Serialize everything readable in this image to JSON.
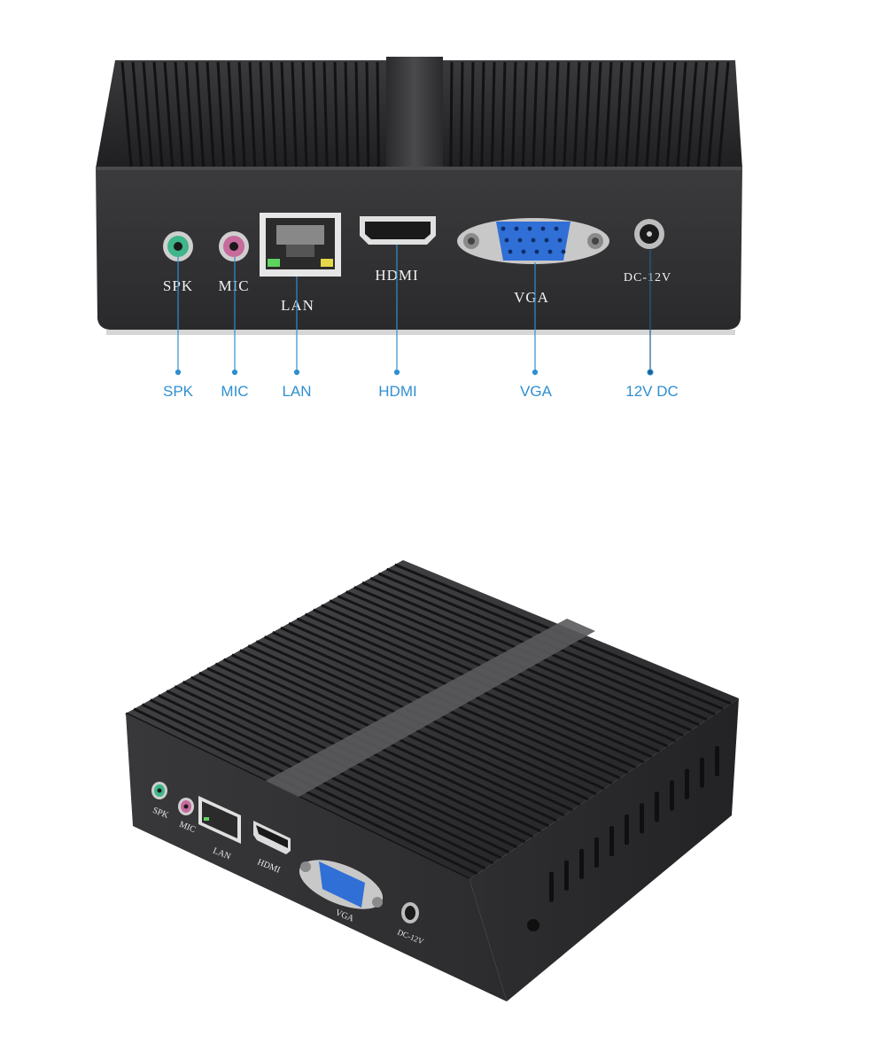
{
  "front_view": {
    "printed_labels": {
      "spk": "SPK",
      "mic": "MIC",
      "lan": "LAN",
      "hdmi": "HDMI",
      "vga": "VGA",
      "dc": "DC-12V"
    }
  },
  "callouts": [
    {
      "id": "spk",
      "label": "SPK"
    },
    {
      "id": "mic",
      "label": "MIC"
    },
    {
      "id": "lan",
      "label": "LAN"
    },
    {
      "id": "hdmi",
      "label": "HDMI"
    },
    {
      "id": "vga",
      "label": "VGA"
    },
    {
      "id": "dc",
      "label": "12V DC"
    }
  ],
  "iso_view": {
    "printed_labels": {
      "spk": "SPK",
      "mic": "MIC",
      "lan": "LAN",
      "hdmi": "HDMI",
      "vga": "VGA",
      "dc": "DC-12V"
    }
  },
  "colors": {
    "callout": "#2f8fd0",
    "chassis": "#2d2d2f",
    "vga_port": "#2f6fd6",
    "spk_jack": "#3fb58a",
    "mic_jack": "#c76a9c"
  }
}
